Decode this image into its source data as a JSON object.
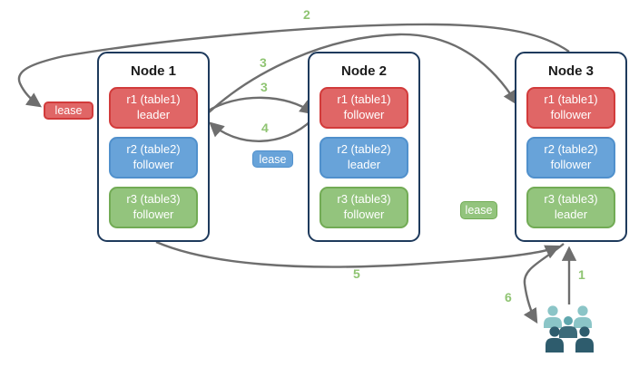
{
  "nodes": [
    {
      "title": "Node 1",
      "ranges": [
        {
          "label": "r1 (table1)",
          "role": "leader",
          "color": "red"
        },
        {
          "label": "r2 (table2)",
          "role": "follower",
          "color": "blue"
        },
        {
          "label": "r3 (table3)",
          "role": "follower",
          "color": "green"
        }
      ]
    },
    {
      "title": "Node 2",
      "ranges": [
        {
          "label": "r1 (table1)",
          "role": "follower",
          "color": "red"
        },
        {
          "label": "r2 (table2)",
          "role": "leader",
          "color": "blue"
        },
        {
          "label": "r3 (table3)",
          "role": "follower",
          "color": "green"
        }
      ]
    },
    {
      "title": "Node 3",
      "ranges": [
        {
          "label": "r1 (table1)",
          "role": "follower",
          "color": "red"
        },
        {
          "label": "r2 (table2)",
          "role": "follower",
          "color": "blue"
        },
        {
          "label": "r3 (table3)",
          "role": "leader",
          "color": "green"
        }
      ]
    }
  ],
  "leases": [
    {
      "label": "lease",
      "for_range": "r1",
      "color": "#e06666"
    },
    {
      "label": "lease",
      "for_range": "r2",
      "color": "#68a3d9"
    },
    {
      "label": "lease",
      "for_range": "r3",
      "color": "#93c47d"
    }
  ],
  "arrow_labels": [
    "2",
    "3",
    "3",
    "4",
    "5",
    "1",
    "6"
  ],
  "icons": [
    {
      "name": "users-group-icon"
    }
  ],
  "colors": {
    "node_border": "#1e3a5c",
    "range_red": "#e06666",
    "range_red_border": "#d23b3b",
    "range_blue": "#68a3d9",
    "range_blue_border": "#5090cc",
    "range_green": "#93c47d",
    "range_green_border": "#72ab55",
    "arrow_line": "#6e6e6e",
    "number_label": "#8fc472",
    "users_light": "#8bc5c7",
    "users_mid_head": "#60a7ae",
    "users_mid_body": "#3c6b7a",
    "users_dark": "#2e5c6d"
  }
}
